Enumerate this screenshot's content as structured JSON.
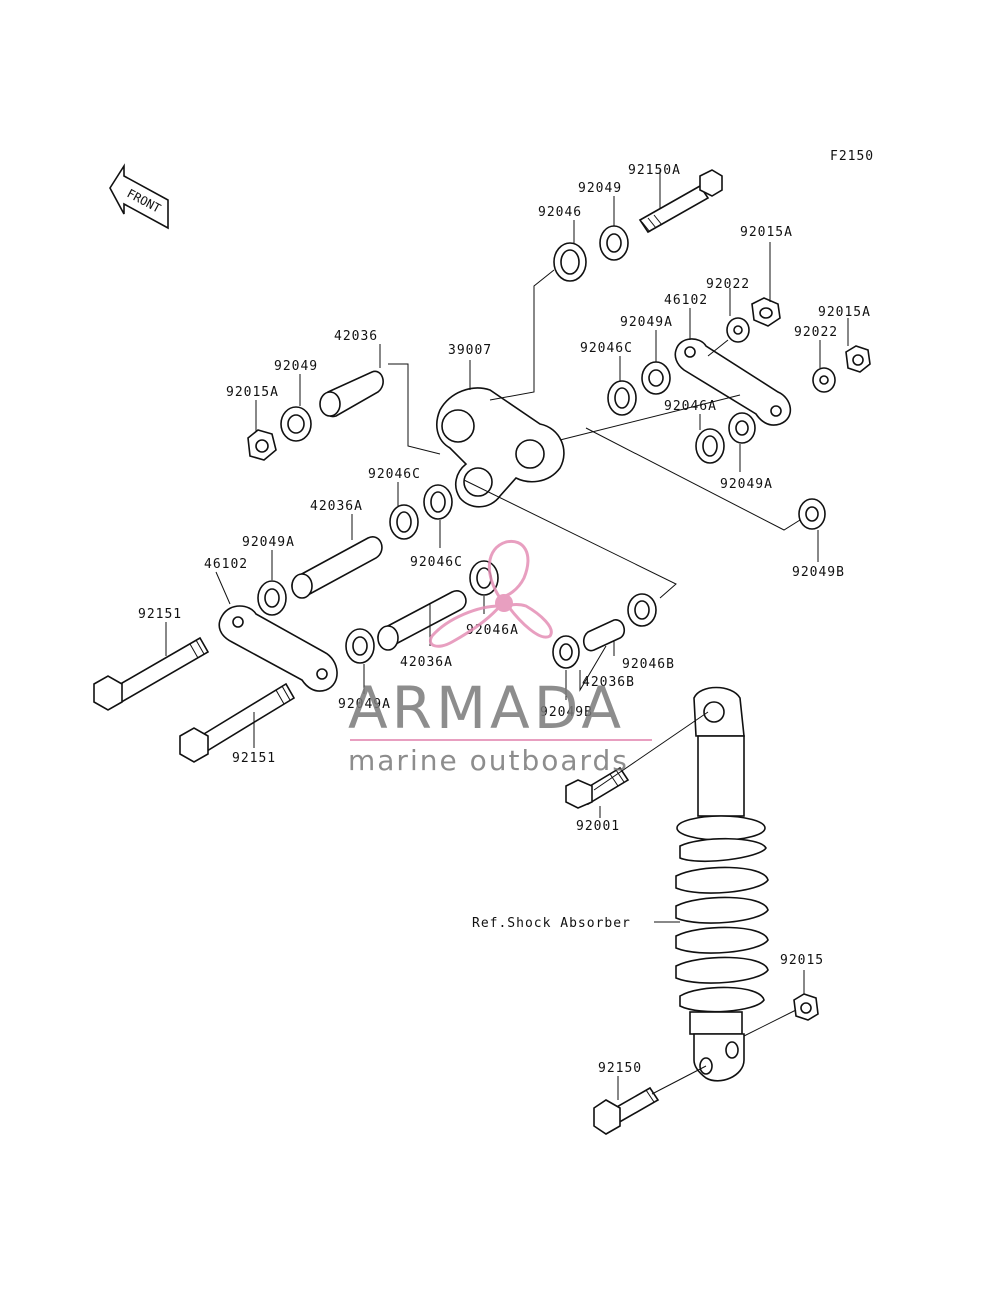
{
  "diagram": {
    "code": "F2150",
    "front_label": "FRONT",
    "shock_reference": "Ref.Shock Absorber"
  },
  "parts": {
    "p1": "92150A",
    "p2": "92049",
    "p3": "92046",
    "p4": "92015A",
    "p5": "92022",
    "p6": "46102",
    "p7": "92015A",
    "p8": "92022",
    "p9": "92049A",
    "p10": "42036",
    "p11": "39007",
    "p12": "92046C",
    "p13": "92049",
    "p14": "92015A",
    "p15": "92046A",
    "p16": "92049A",
    "p17": "92046C",
    "p18": "42036A",
    "p19": "92046C",
    "p20": "92049A",
    "p21": "46102",
    "p22": "92049B",
    "p23": "92151",
    "p24": "92046A",
    "p25": "42036A",
    "p26": "92046B",
    "p27": "42036B",
    "p28": "92049A",
    "p29": "92049B",
    "p30": "92151",
    "p31": "92001",
    "p32": "92015",
    "p33": "92150"
  },
  "watermark": {
    "brand": "ARMADA",
    "tagline": "marine outboards",
    "color": "#e58fb6",
    "text_color": "#7a7a7a"
  }
}
